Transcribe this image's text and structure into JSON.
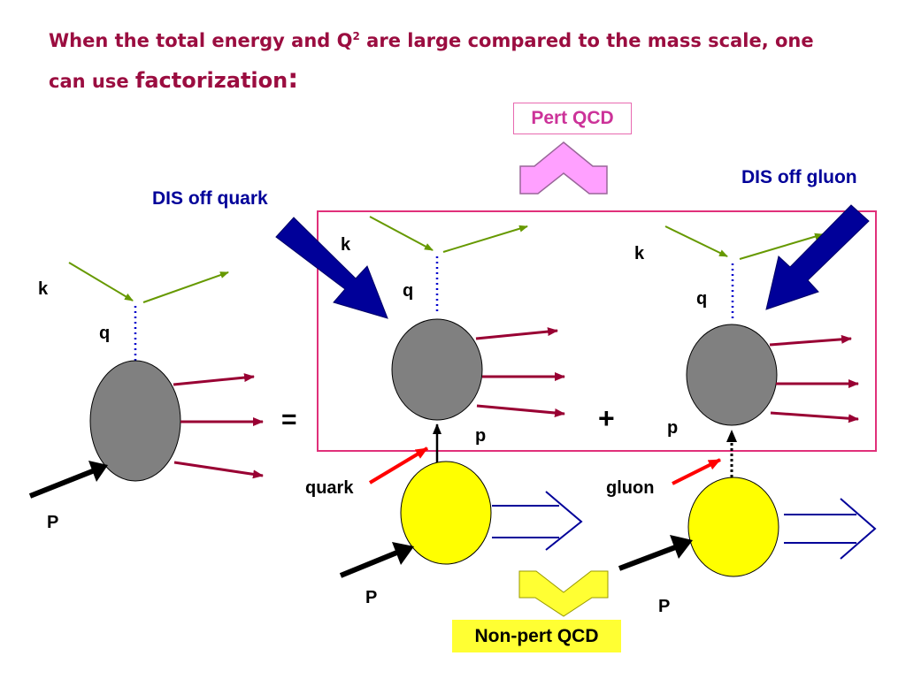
{
  "title": {
    "line1_part1": "When the total energy and ",
    "line1_Q": "Q",
    "line1_sup": "2",
    "line1_part2": " are large compared to the mass scale, one",
    "line2_part1": "can use ",
    "line2_part2": "factorization",
    "line2_colon": ":"
  },
  "labels": {
    "pert_qcd": "Pert QCD",
    "non_pert_qcd": "Non-pert QCD",
    "dis_off_quark": "DIS off quark",
    "dis_off_gluon": "DIS off gluon",
    "k": "k",
    "q": "q",
    "p_small": "p",
    "P": "P",
    "quark": "quark",
    "gluon": "gluon",
    "equals": "=",
    "plus": "+"
  },
  "colors": {
    "title": "#9b0d40",
    "box_border": "#e0307a",
    "pert_qcd_fill": "#ffa0ff",
    "non_pert_fill": "#ffff33",
    "blob_gray": "#808080",
    "blob_yellow": "#ffff00",
    "lepton_green": "#669900",
    "hadron_red": "#990033",
    "dis_arrow_blue": "#000099",
    "remnant_blue": "#000099",
    "parton_red": "#ff0000"
  }
}
